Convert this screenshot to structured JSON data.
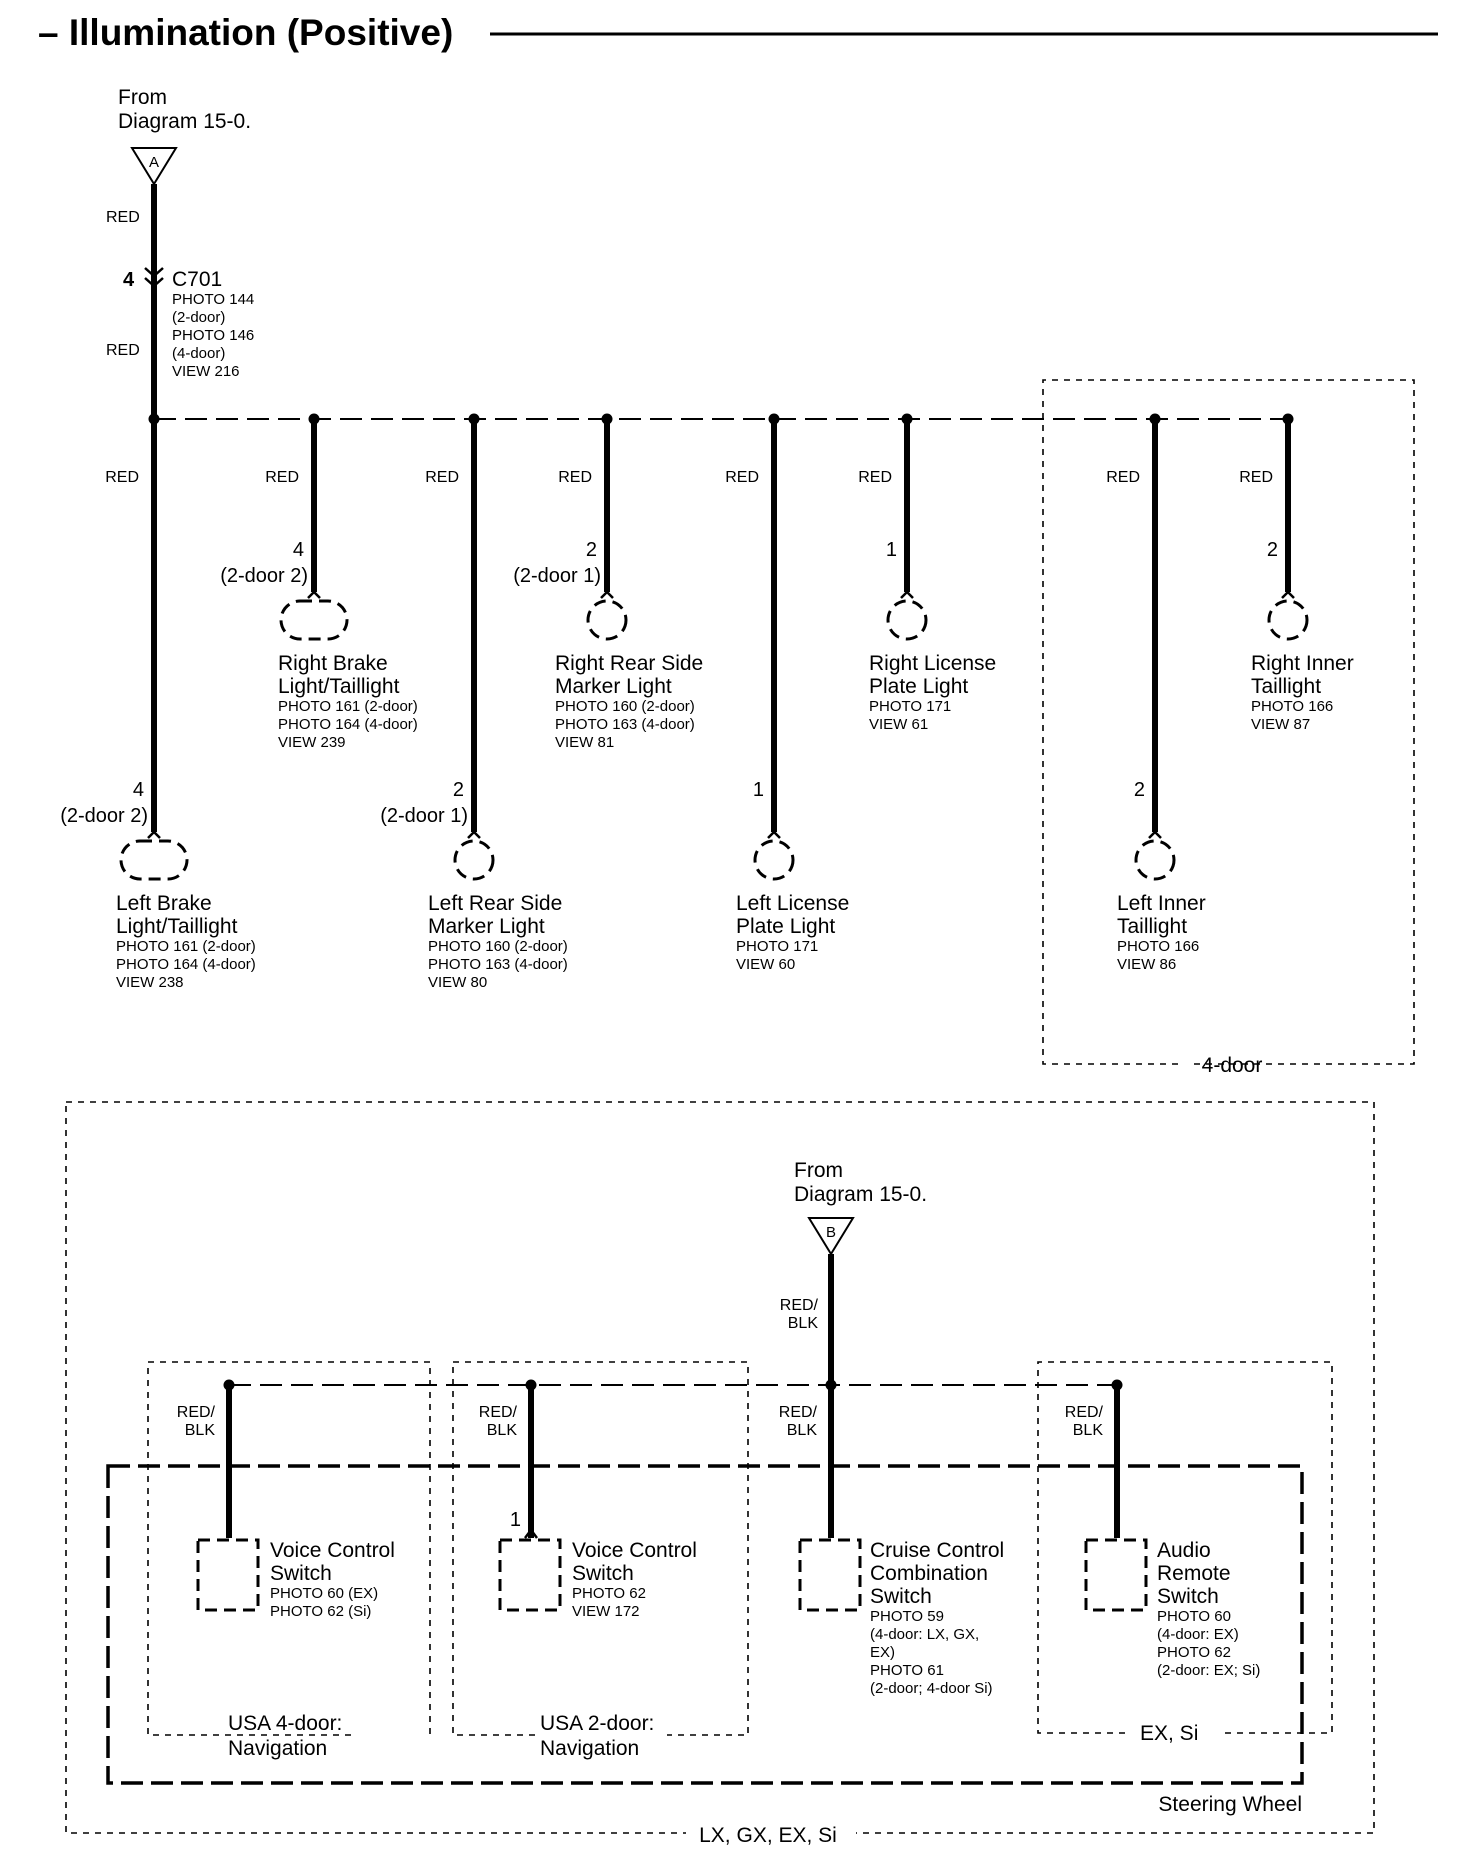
{
  "title": "– Illumination (Positive)",
  "source_a": {
    "line1": "From",
    "line2": "Diagram 15-0.",
    "letter": "A"
  },
  "source_b": {
    "line1": "From",
    "line2": "Diagram 15-0.",
    "letter": "B"
  },
  "connector": {
    "pin": "4",
    "name": "C701",
    "lines": [
      "PHOTO 144",
      "(2-door)",
      "PHOTO 146",
      "(4-door)",
      "VIEW 216"
    ],
    "wire_above": "RED",
    "wire_below": "RED"
  },
  "upper_drops": [
    {
      "wire": "RED",
      "pin": "4",
      "pin_note": "(2-door 2)",
      "shape": "oval",
      "name": [
        "Left Brake",
        "Light/Taillight"
      ],
      "details": [
        "PHOTO 161 (2-door)",
        "PHOTO 164 (4-door)",
        "VIEW 238"
      ]
    },
    {
      "wire": "RED",
      "pin": "4",
      "pin_note": "(2-door 2)",
      "shape": "oval",
      "name": [
        "Right Brake",
        "Light/Taillight"
      ],
      "details": [
        "PHOTO 161 (2-door)",
        "PHOTO 164 (4-door)",
        "VIEW 239"
      ]
    },
    {
      "wire": "RED",
      "pin": "2",
      "pin_note": "(2-door 1)",
      "shape": "circle",
      "name": [
        "Left Rear Side",
        "Marker Light"
      ],
      "details": [
        "PHOTO 160 (2-door)",
        "PHOTO 163 (4-door)",
        "VIEW 80"
      ]
    },
    {
      "wire": "RED",
      "pin": "2",
      "pin_note": "(2-door 1)",
      "shape": "circle",
      "name": [
        "Right Rear Side",
        "Marker Light"
      ],
      "details": [
        "PHOTO 160 (2-door)",
        "PHOTO 163 (4-door)",
        "VIEW 81"
      ]
    },
    {
      "wire": "RED",
      "pin": "1",
      "pin_note": "",
      "shape": "circle",
      "name": [
        "Left License",
        "Plate Light"
      ],
      "details": [
        "PHOTO 171",
        "VIEW 60"
      ]
    },
    {
      "wire": "RED",
      "pin": "1",
      "pin_note": "",
      "shape": "circle",
      "name": [
        "Right License",
        "Plate Light"
      ],
      "details": [
        "PHOTO 171",
        "VIEW 61"
      ]
    },
    {
      "wire": "RED",
      "pin": "2",
      "pin_note": "",
      "shape": "circle",
      "name": [
        "Left Inner",
        "Taillight"
      ],
      "details": [
        "PHOTO 166",
        "VIEW 86"
      ]
    },
    {
      "wire": "RED",
      "pin": "2",
      "pin_note": "",
      "shape": "circle",
      "name": [
        "Right Inner",
        "Taillight"
      ],
      "details": [
        "PHOTO 166",
        "VIEW 87"
      ]
    }
  ],
  "four_door_label": "4-door",
  "lower": {
    "feed_wire": [
      "RED/",
      "BLK"
    ],
    "switches": [
      {
        "wire": [
          "RED/",
          "BLK"
        ],
        "pin": "",
        "name": [
          "Voice Control",
          "Switch"
        ],
        "details": [
          "PHOTO 60 (EX)",
          "PHOTO 62 (Si)"
        ]
      },
      {
        "wire": [
          "RED/",
          "BLK"
        ],
        "pin": "1",
        "name": [
          "Voice Control",
          "Switch"
        ],
        "details": [
          "PHOTO 62",
          "VIEW 172"
        ]
      },
      {
        "wire": [
          "RED/",
          "BLK"
        ],
        "pin": "",
        "name": [
          "Cruise Control",
          "Combination",
          "Switch"
        ],
        "details": [
          "PHOTO 59",
          "(4-door: LX, GX,",
          "EX)",
          "PHOTO 61",
          "(2-door; 4-door Si)"
        ]
      },
      {
        "wire": [
          "RED/",
          "BLK"
        ],
        "pin": "",
        "name": [
          "Audio",
          "Remote",
          "Switch"
        ],
        "details": [
          "PHOTO 60",
          "(4-door: EX)",
          "PHOTO 62",
          "(2-door: EX; Si)"
        ]
      }
    ],
    "groups": {
      "usa4": [
        "USA 4-door:",
        "Navigation"
      ],
      "usa2": [
        "USA 2-door:",
        "Navigation"
      ],
      "ex_si": "EX, Si",
      "steering": "Steering Wheel",
      "trims": "LX, GX, EX, Si"
    }
  }
}
